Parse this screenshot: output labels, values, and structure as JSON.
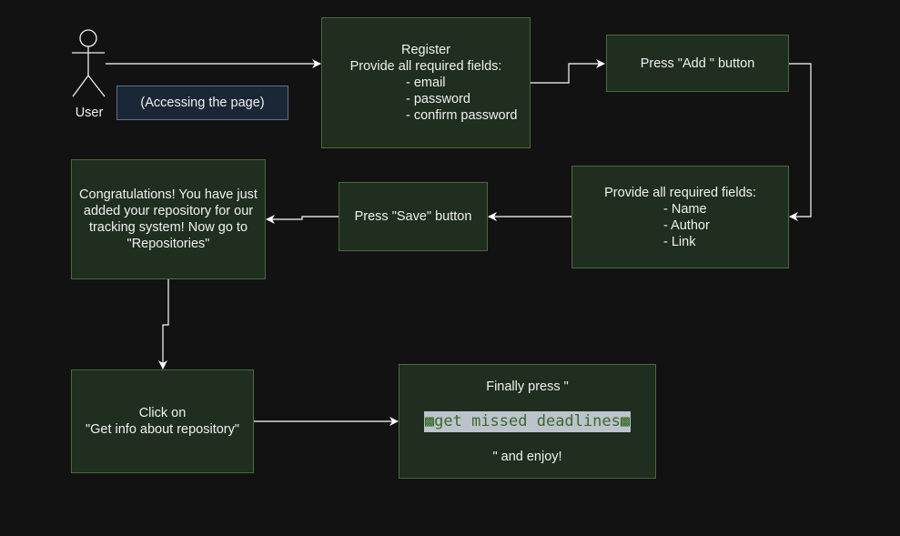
{
  "actor": {
    "label": "User",
    "note": "(Accessing the page)"
  },
  "nodes": {
    "register": {
      "title": "Register",
      "subtitle": "Provide all required fields:",
      "fields": [
        "- email",
        "- password",
        "- confirm password"
      ]
    },
    "press_add": {
      "text": "Press \"Add \" button"
    },
    "provide_fields": {
      "title": "Provide all required fields:",
      "fields": [
        "- Name",
        "- Author",
        "- Link"
      ]
    },
    "press_save": {
      "text": "Press \"Save\" button"
    },
    "congrats": {
      "lines": [
        "Congratulations! You have just",
        "added your repository for our",
        "tracking system! Now go to",
        "\"Repositories\""
      ]
    },
    "click_on": {
      "lines": [
        "Click on",
        "\"Get info about repository\""
      ]
    },
    "finally": {
      "before": "Finally press \"",
      "code": "▩get missed deadlines▩",
      "after": "\" and enjoy!"
    }
  },
  "colors": {
    "background": "#121212",
    "node_fill": "#1f2e1f",
    "node_border": "#4a6a3a",
    "note_fill": "#1b2636",
    "note_border": "#5a7294",
    "edge": "#ffffff",
    "text": "#f0f0f0"
  }
}
